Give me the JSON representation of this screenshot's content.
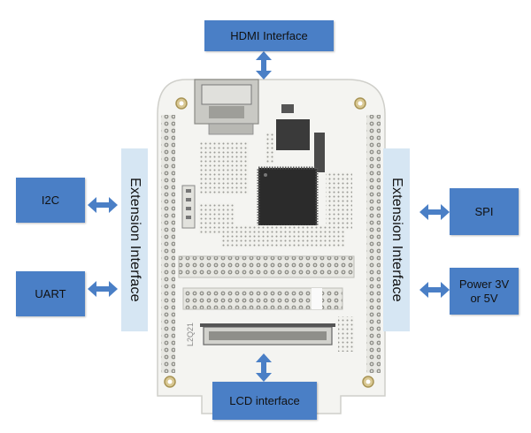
{
  "labels": {
    "hdmi": "HDMI Interface",
    "i2c": "I2C",
    "uart": "UART",
    "spi": "SPI",
    "power_line1": "Power 3V",
    "power_line2": "or 5V",
    "lcd": "LCD interface",
    "ext_left": "Extension Interface",
    "ext_right": "Extension Interface"
  },
  "board_marking": "L2Q21",
  "colors": {
    "label_box": "#4a7fc6",
    "extension_strip": "#d6e6f3",
    "board": "#f4f4f1"
  }
}
